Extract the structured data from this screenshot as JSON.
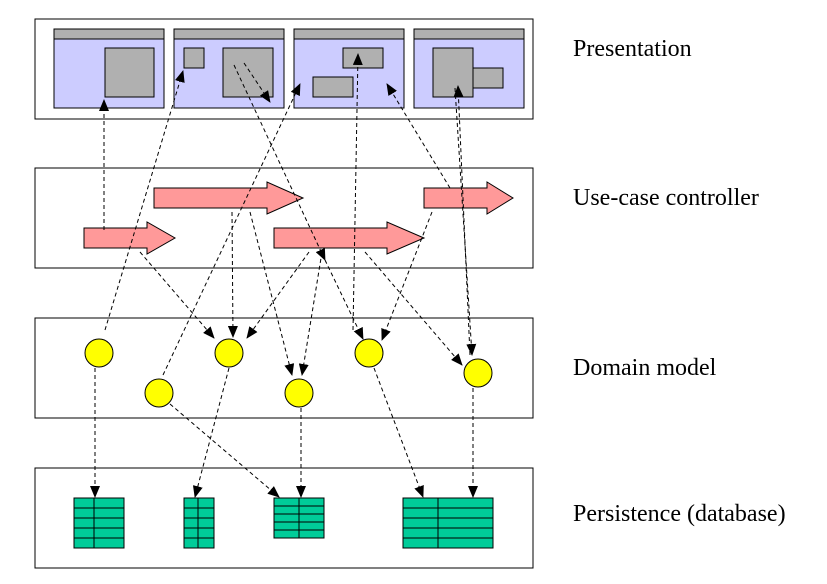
{
  "layers": [
    {
      "id": "presentation",
      "label": "Presentation"
    },
    {
      "id": "controller",
      "label": "Use-case controller"
    },
    {
      "id": "domain",
      "label": "Domain model"
    },
    {
      "id": "persistence",
      "label": "Persistence (database)"
    }
  ],
  "colors": {
    "window_fill": "#ccccff",
    "window_titlebar": "#b0b0b0",
    "widget": "#b0b0b0",
    "controller_arrow": "#ff9999",
    "domain_object": "#ffff00",
    "table": "#00cc99",
    "line": "#000000"
  }
}
